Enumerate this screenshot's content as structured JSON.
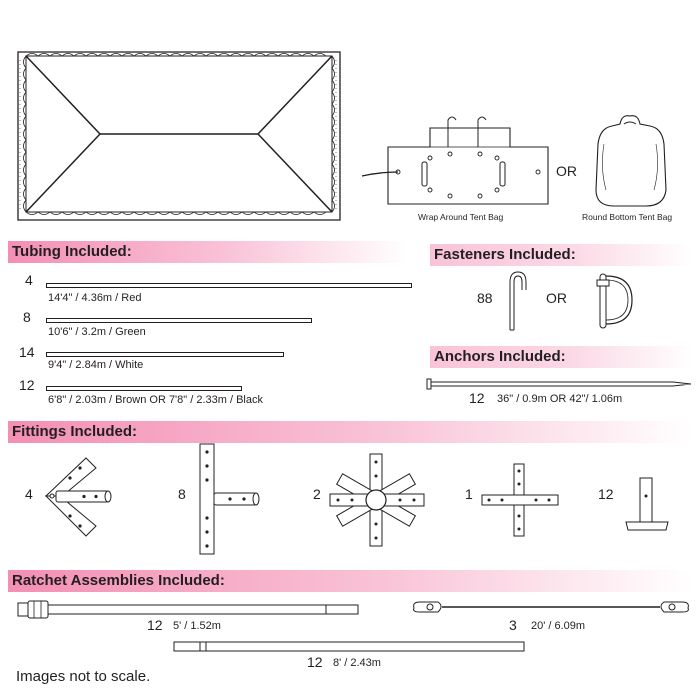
{
  "bags": {
    "wrap_label": "Wrap Around Tent Bag",
    "or_label": "OR",
    "round_label": "Round Bottom Tent Bag"
  },
  "tubing": {
    "title": "Tubing Included:",
    "items": [
      {
        "qty": "4",
        "spec": "14'4\" / 4.36m  /  Red"
      },
      {
        "qty": "8",
        "spec": "10'6\" / 3.2m  /  Green"
      },
      {
        "qty": "14",
        "spec": "9'4\" / 2.84m  /  White"
      },
      {
        "qty": "12",
        "spec": "6'8\" / 2.03m  /  Brown    OR    7'8\" / 2.33m  /  Black"
      }
    ]
  },
  "fasteners": {
    "title": "Fasteners Included:",
    "qty": "88",
    "or_label": "OR"
  },
  "anchors": {
    "title": "Anchors Included:",
    "qty": "12",
    "spec": "36\" / 0.9m  OR  42\"/ 1.06m"
  },
  "fittings": {
    "title": "Fittings Included:",
    "items": [
      {
        "qty": "4"
      },
      {
        "qty": "8"
      },
      {
        "qty": "2"
      },
      {
        "qty": "1"
      },
      {
        "qty": "12"
      }
    ]
  },
  "ratchets": {
    "title": "Ratchet Assemblies Included:",
    "items": [
      {
        "qty": "12",
        "spec": "5' / 1.52m"
      },
      {
        "qty": "3",
        "spec": "20' / 6.09m"
      },
      {
        "qty": "12",
        "spec": "8' / 2.43m"
      }
    ]
  },
  "footer": {
    "note": "Images not to scale."
  },
  "colors": {
    "header_pink": "#f48fb4",
    "ink": "#231f20"
  }
}
